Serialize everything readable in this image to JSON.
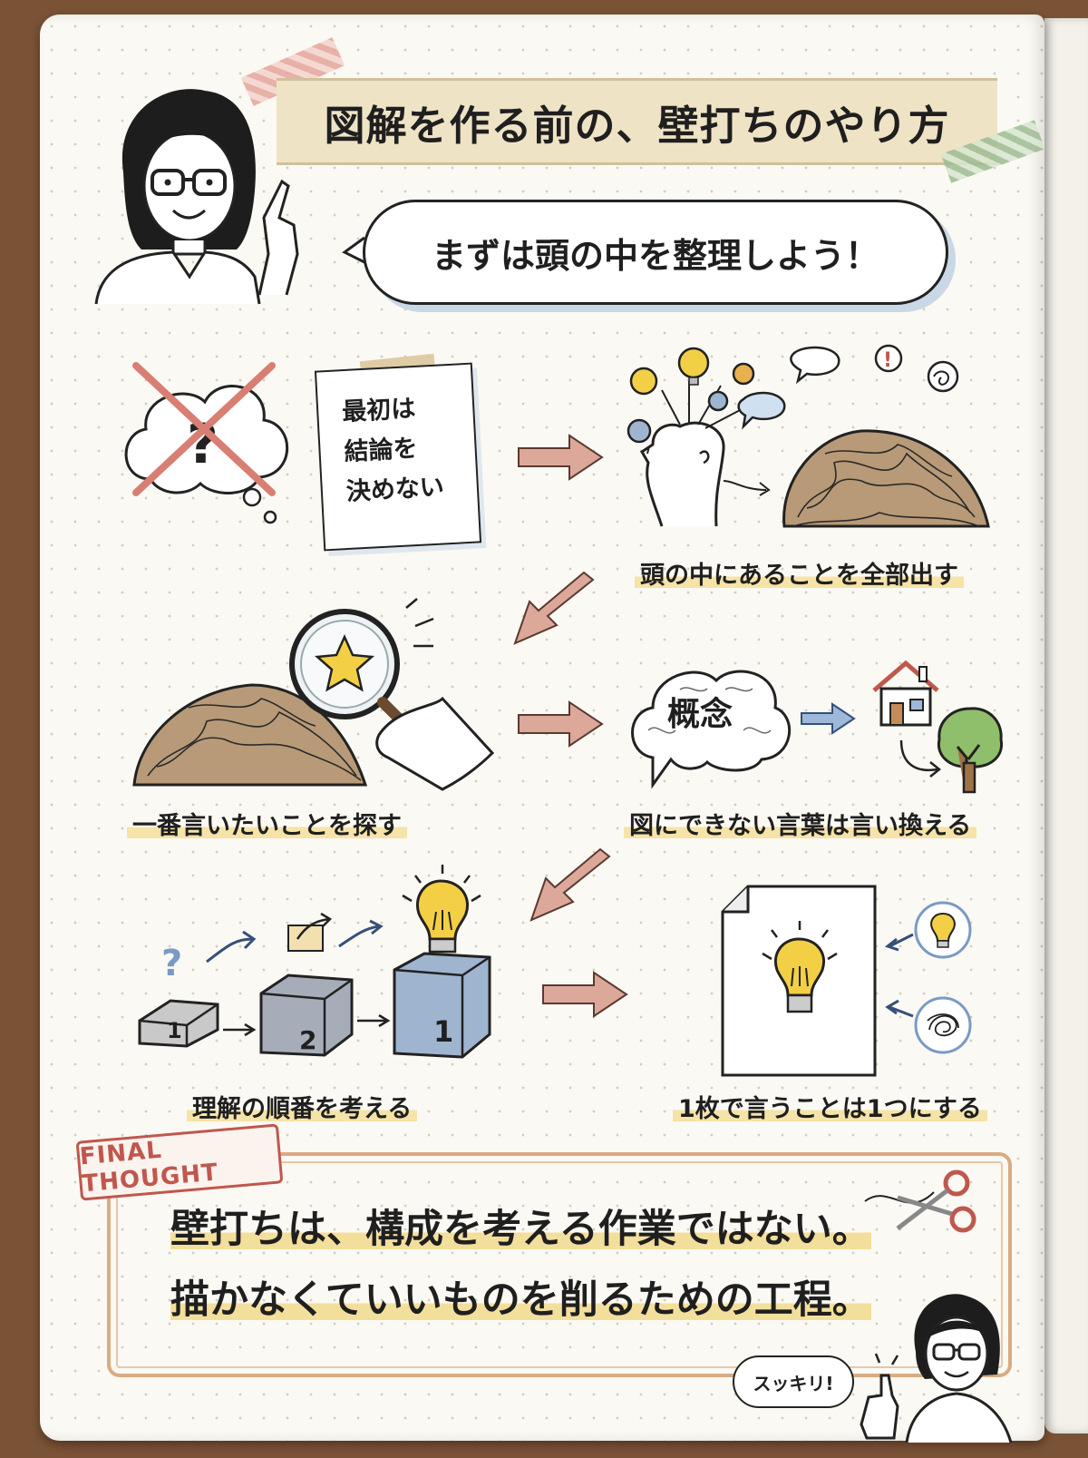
{
  "title": "図解を作る前の、壁打ちのやり方",
  "intro_bubble": "まずは頭の中を整理しよう！",
  "steps": {
    "no_conclusion": "最初は\n結論を\n決めない",
    "dump_all": "頭の中にあることを全部出す",
    "find_main": "一番言いたいことを探す",
    "concept_word": "概念",
    "rephrase": "図にできない言葉は言い換える",
    "order": "理解の順番を考える",
    "one_message": "1枚で言うことは1つにする"
  },
  "blocks": {
    "block_small": "1",
    "block_mid": "2",
    "block_big": "1"
  },
  "final": {
    "stamp": "FINAL THOUGHT",
    "line1": "壁打ちは、構成を考える作業ではない。",
    "line2": "描かなくていいものを削るための工程。",
    "bubble": "スッキリ!"
  },
  "colors": {
    "arrow_fill": "#dca89a",
    "highlight": "#f5e3a8",
    "stamp_red": "#c0574d",
    "frame": "#d9ab82",
    "bulb": "#f2cf45",
    "blue_arrow": "#7a9ac4"
  },
  "icons": [
    "woman-avatar-icon",
    "thought-cloud-question-icon",
    "cross-mark-icon",
    "head-idea-burst-icon",
    "tangled-pile-icon",
    "magnifier-star-icon",
    "brain-cloud-icon",
    "house-icon",
    "tree-icon",
    "lightbulb-icon",
    "block-steps-icon",
    "document-bulb-icon",
    "scissors-icon",
    "thumbs-up-icon"
  ]
}
